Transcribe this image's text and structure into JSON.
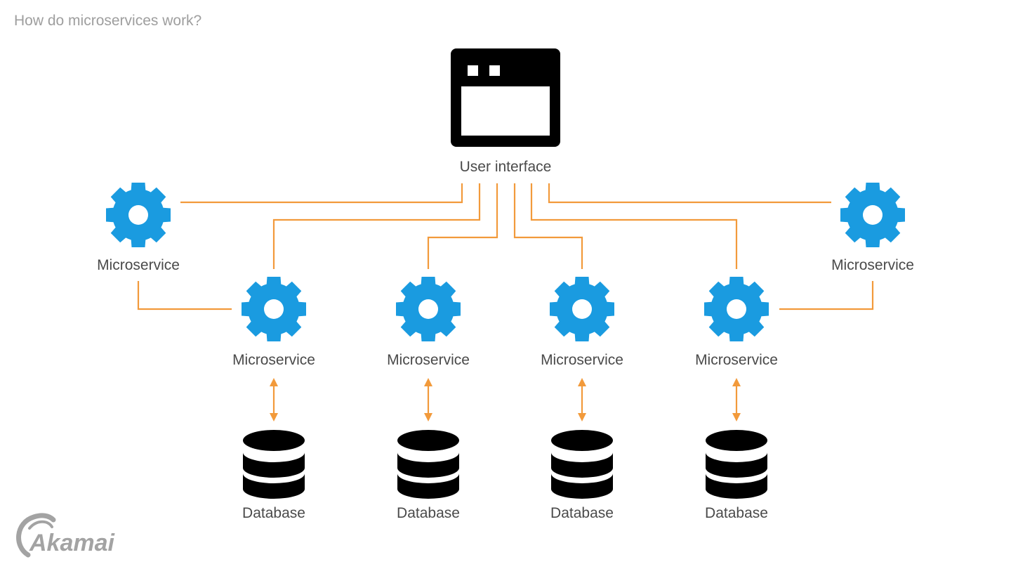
{
  "title": "How do microservices work?",
  "colors": {
    "connector": "#f29a3b",
    "gear": "#1a9be0",
    "icon_dark": "#000000",
    "label": "#4a4a4a",
    "title": "#9e9e9e",
    "logo": "#a3a3a3"
  },
  "nodes": {
    "user_interface": {
      "label": "User interface",
      "icon": "browser-window-icon"
    },
    "microservices": [
      {
        "id": "ms-top-left",
        "label": "Microservice",
        "icon": "gear-icon"
      },
      {
        "id": "ms-1",
        "label": "Microservice",
        "icon": "gear-icon"
      },
      {
        "id": "ms-2",
        "label": "Microservice",
        "icon": "gear-icon"
      },
      {
        "id": "ms-3",
        "label": "Microservice",
        "icon": "gear-icon"
      },
      {
        "id": "ms-4",
        "label": "Microservice",
        "icon": "gear-icon"
      },
      {
        "id": "ms-top-right",
        "label": "Microservice",
        "icon": "gear-icon"
      }
    ],
    "databases": [
      {
        "id": "db-1",
        "label": "Database",
        "icon": "database-icon"
      },
      {
        "id": "db-2",
        "label": "Database",
        "icon": "database-icon"
      },
      {
        "id": "db-3",
        "label": "Database",
        "icon": "database-icon"
      },
      {
        "id": "db-4",
        "label": "Database",
        "icon": "database-icon"
      }
    ]
  },
  "edges": [
    {
      "from": "user_interface",
      "to": "ms-top-left",
      "type": "line"
    },
    {
      "from": "user_interface",
      "to": "ms-1",
      "type": "line"
    },
    {
      "from": "user_interface",
      "to": "ms-2",
      "type": "line"
    },
    {
      "from": "user_interface",
      "to": "ms-3",
      "type": "line"
    },
    {
      "from": "user_interface",
      "to": "ms-4",
      "type": "line"
    },
    {
      "from": "user_interface",
      "to": "ms-top-right",
      "type": "line"
    },
    {
      "from": "ms-top-left",
      "to": "ms-1",
      "type": "line"
    },
    {
      "from": "ms-top-right",
      "to": "ms-4",
      "type": "line"
    },
    {
      "from": "ms-1",
      "to": "db-1",
      "type": "bidirectional-arrow"
    },
    {
      "from": "ms-2",
      "to": "db-2",
      "type": "bidirectional-arrow"
    },
    {
      "from": "ms-3",
      "to": "db-3",
      "type": "bidirectional-arrow"
    },
    {
      "from": "ms-4",
      "to": "db-4",
      "type": "bidirectional-arrow"
    }
  ],
  "logo": {
    "text": "Akamai",
    "icon": "akamai-wave-icon"
  }
}
